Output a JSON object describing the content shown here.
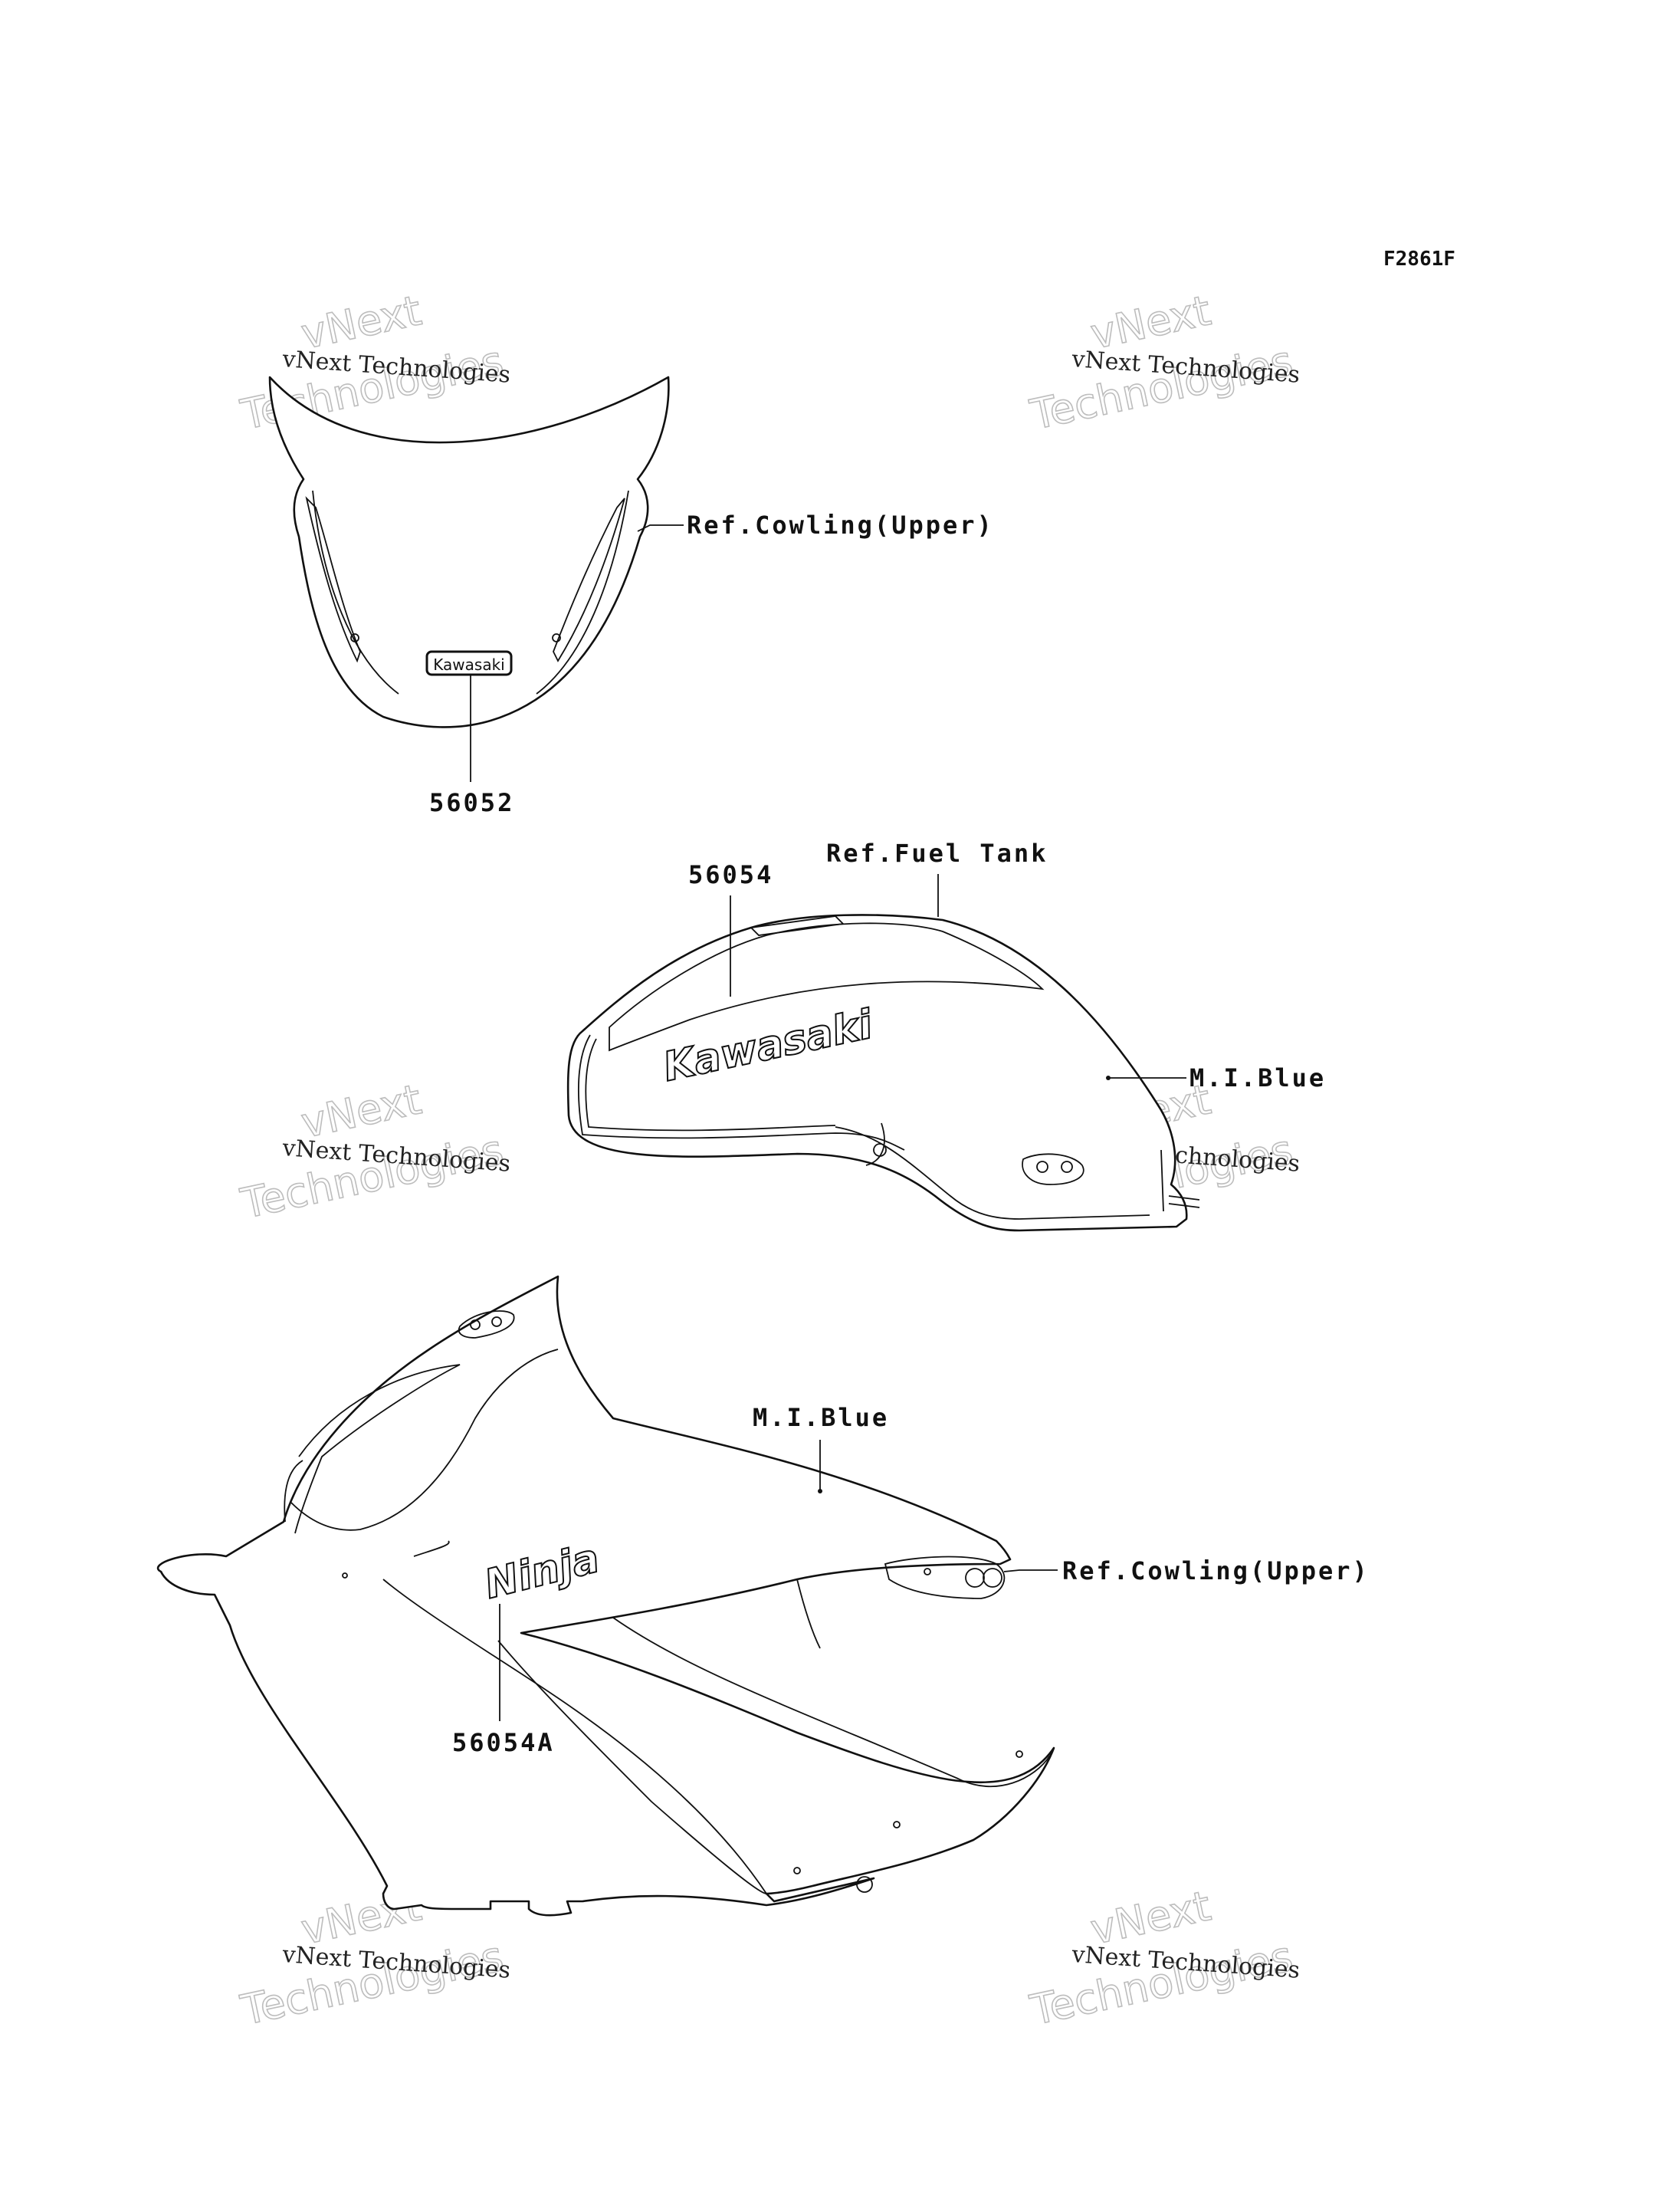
{
  "figure_code": "F2861F",
  "watermark": {
    "line1": "vNext",
    "line2": "Technologies",
    "caption": "vNext Technologies"
  },
  "emblems": {
    "screen_logo": "Kawasaki",
    "tank_logo": "Kawasaki",
    "cowl_logo": "Ninja"
  },
  "callouts": {
    "ref_cowling_upper_1": "Ref.Cowling(Upper)",
    "part_56052": "56052",
    "ref_fuel_tank": "Ref.Fuel Tank",
    "part_56054": "56054",
    "color_tank": "M.I.Blue",
    "color_cowl": "M.I.Blue",
    "ref_cowling_upper_2": "Ref.Cowling(Upper)",
    "part_56054a": "56054A"
  }
}
